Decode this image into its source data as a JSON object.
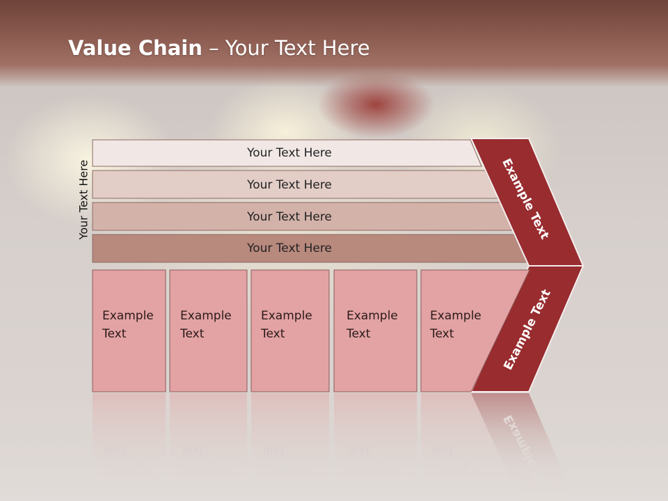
{
  "title": {
    "bold": "Value Chain",
    "rest": " – Your Text Here"
  },
  "side_label": "Your Text Here",
  "bands": [
    {
      "label": "Your Text Here",
      "color": "#f1e8e6"
    },
    {
      "label": "Your Text Here",
      "color": "#e3cdc7"
    },
    {
      "label": "Your Text Here",
      "color": "#d3b2a9"
    },
    {
      "label": "Your Text Here",
      "color": "#b8897d"
    }
  ],
  "boxes": [
    {
      "line1": "Example",
      "line2": "Text"
    },
    {
      "line1": "Example",
      "line2": "Text"
    },
    {
      "line1": "Example",
      "line2": "Text"
    },
    {
      "line1": "Example",
      "line2": "Text"
    },
    {
      "line1": "Example",
      "line2": "Text"
    }
  ],
  "chevron_upper": "Example Text",
  "chevron_lower": "Example Text",
  "colors": {
    "box_fill": "#e3a2a3",
    "chevron_fill": "#982c2f",
    "band_stroke": "#8c6a62",
    "header": "#8a5a4f"
  }
}
